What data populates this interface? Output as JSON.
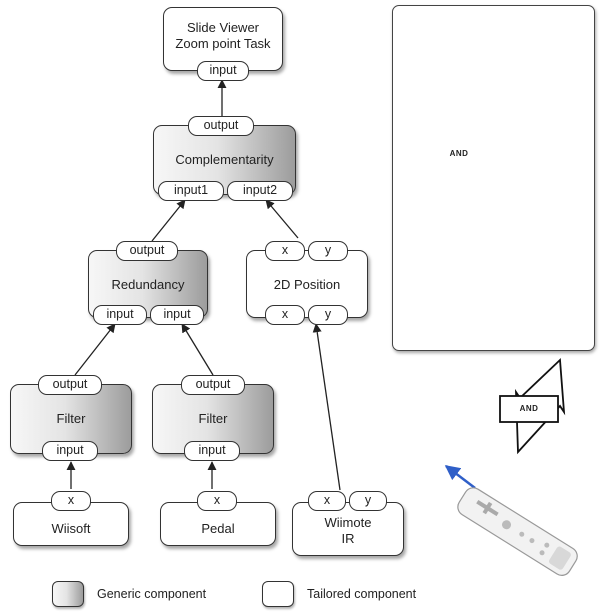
{
  "nodes": {
    "slide_viewer": {
      "title_line1": "Slide Viewer",
      "title_line2": "Zoom point Task",
      "port_input": "input"
    },
    "complementarity": {
      "title": "Complementarity",
      "port_output": "output",
      "port_input1": "input1",
      "port_input2": "input2"
    },
    "redundancy": {
      "title": "Redundancy",
      "port_output": "output",
      "port_input_left": "input",
      "port_input_right": "input"
    },
    "position_2d": {
      "title": "2D Position",
      "port_x_top": "x",
      "port_y_top": "y",
      "port_x_bottom": "x",
      "port_y_bottom": "y"
    },
    "filter_left": {
      "title": "Filter",
      "port_output": "output",
      "port_input": "input"
    },
    "filter_right": {
      "title": "Filter",
      "port_output": "output",
      "port_input": "input"
    },
    "wiisoft": {
      "title": "Wiisoft",
      "port_x": "x"
    },
    "pedal": {
      "title": "Pedal",
      "port_x": "x"
    },
    "wiimote_ir": {
      "title_line1": "Wiimote",
      "title_line2": "IR",
      "port_x": "x",
      "port_y": "y"
    }
  },
  "panel": {
    "and_label_top": "AND",
    "and_label_bottom": "AND"
  },
  "legend": {
    "generic_label": "Generic component",
    "tailored_label": "Tailored component"
  },
  "colors": {
    "stroke": "#333333",
    "generic_gradient_light": "#f7f7f7",
    "generic_gradient_dark": "#9c9c9c",
    "arrow_blue": "#2f5fc8"
  },
  "icons": [
    "pedal-device-image",
    "hand-wiimote-photo",
    "wiimote-image",
    "lightning-and-symbol",
    "rotation-arrow-icon"
  ]
}
